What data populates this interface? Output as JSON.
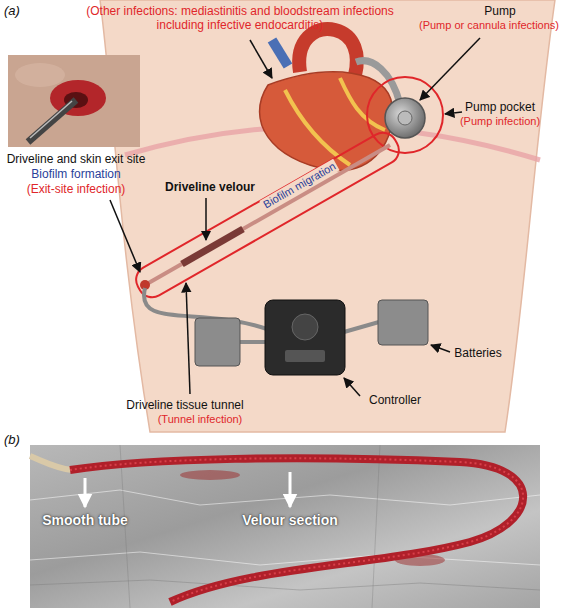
{
  "diagram": {
    "labels": [
      "(a)",
      "(Other infections: mediastinitis and bloodstream infections including infective endocarditis)",
      "Pump",
      "(Pump or cannula infections)",
      "Pump pocket",
      "(Pump infection)",
      "Driveline and skin exit site",
      "Biofilm formation",
      "(Exit-site infection)",
      "Driveline velour",
      "Biofilm migration",
      "Batteries",
      "Controller",
      "Driveline tissue tunnel",
      "(Tunnel infection)",
      "(b)",
      "Smooth tube",
      "Velour section"
    ]
  }
}
